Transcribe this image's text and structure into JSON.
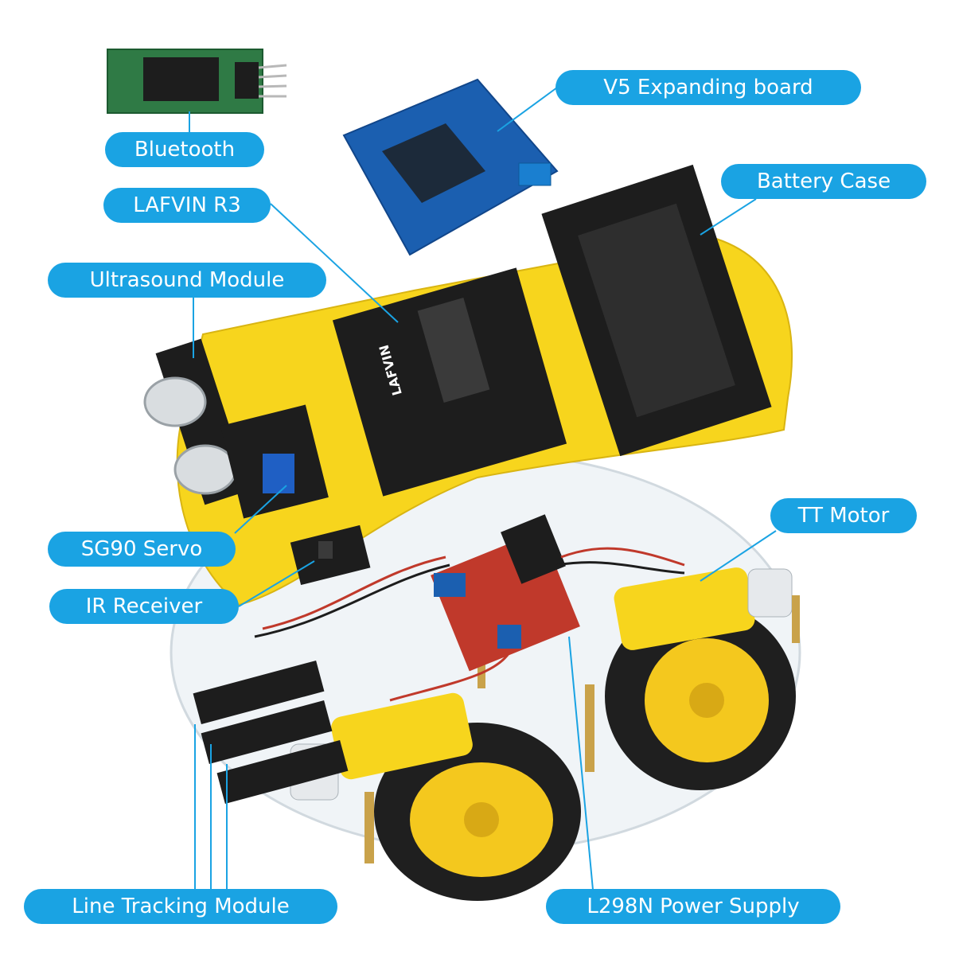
{
  "colors": {
    "label_bg": "#1aa3e3",
    "label_text": "#ffffff",
    "leader_line": "#1aa3e3",
    "chassis_yellow": "#f7d51d",
    "pcb_blue": "#1b5fb0",
    "pcb_black": "#1d1d1d",
    "driver_red": "#c0392b",
    "tire_black": "#1f1f1f",
    "hub_yellow": "#f4c81e"
  },
  "labels": {
    "bluetooth": "Bluetooth",
    "v5_board": "V5 Expanding board",
    "lafvin_r3": "LAFVIN R3",
    "battery_case": "Battery Case",
    "ultrasound": "Ultrasound Module",
    "tt_motor": "TT Motor",
    "sg90_servo": "SG90 Servo",
    "ir_receiver": "IR Receiver",
    "line_tracking": "Line Tracking Module",
    "l298n": "L298N Power Supply"
  },
  "board_marking": "LAFVIN"
}
